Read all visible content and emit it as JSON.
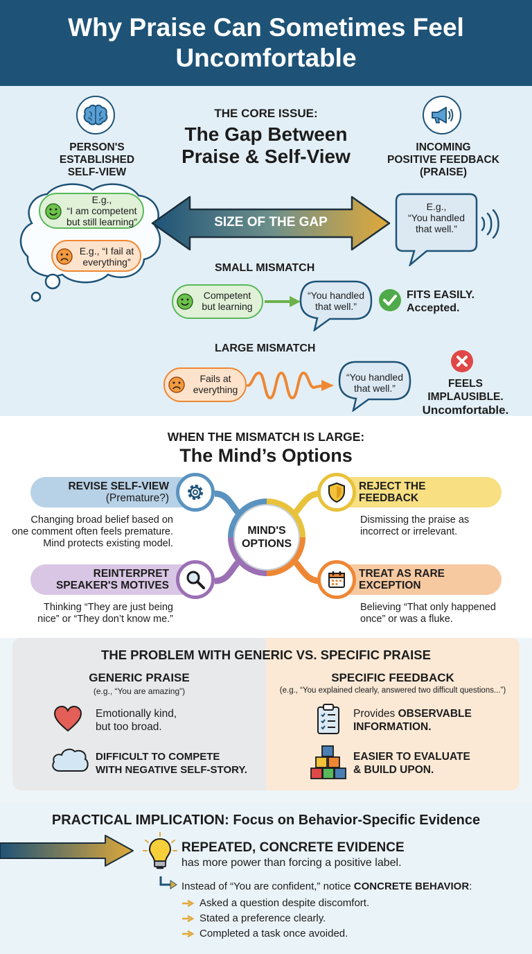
{
  "header": {
    "title": "Why Praise Can Sometimes Feel Uncomfortable"
  },
  "core": {
    "kicker": "THE CORE ISSUE:",
    "title_line1": "The Gap Between",
    "title_line2": "Praise & Self-View",
    "left_heading": [
      "PERSON'S",
      "ESTABLISHED",
      "SELF-VIEW"
    ],
    "right_heading": [
      "INCOMING",
      "POSITIVE FEEDBACK",
      "(PRAISE)"
    ],
    "self_view_pos": [
      "E.g.,",
      "“I am competent",
      "but still learning”"
    ],
    "self_view_neg": [
      "E.g., “I fail at",
      "everything”"
    ],
    "gap_label": "SIZE OF THE GAP",
    "praise_example": [
      "E.g.,",
      "“You handled",
      "that well.”"
    ]
  },
  "small": {
    "label": "SMALL MISMATCH",
    "self": [
      "Competent",
      "but learning"
    ],
    "praise": [
      "“You handled",
      "that well.”"
    ],
    "result": [
      "FITS EASILY.",
      "Accepted."
    ]
  },
  "large": {
    "label": "LARGE MISMATCH",
    "self": [
      "Fails at",
      "everything"
    ],
    "praise": [
      "“You handled",
      "that well.”"
    ],
    "result": [
      "FEELS IMPLAUSIBLE.",
      "Uncomfortable."
    ]
  },
  "options": {
    "kicker": "WHEN THE MISMATCH IS LARGE:",
    "title": "The Mind’s Options",
    "hub": [
      "MIND'S",
      "OPTIONS"
    ],
    "revise": {
      "title": "REVISE SELF-VIEW",
      "sub": "(Premature?)",
      "desc": [
        "Changing broad belief based on",
        "one comment often feels premature.",
        "Mind protects existing model."
      ]
    },
    "reject": {
      "title": [
        "REJECT THE",
        "FEEDBACK"
      ],
      "desc": [
        "Dismissing the praise as",
        "incorrect or irrelevant."
      ]
    },
    "reinterpret": {
      "title": [
        "REINTERPRET",
        "SPEAKER'S MOTIVES"
      ],
      "desc": [
        "Thinking “They are just being",
        "nice” or “They don’t know me.”"
      ]
    },
    "exception": {
      "title": [
        "TREAT AS RARE",
        "EXCEPTION"
      ],
      "desc": [
        "Believing “That only happened",
        "once” or was a fluke."
      ]
    }
  },
  "problem": {
    "title": "THE PROBLEM WITH GENERIC VS. SPECIFIC PRAISE",
    "generic": {
      "title": "GENERIC PRAISE",
      "example": "(e.g., “You are amazing”)",
      "item1": [
        "Emotionally kind,",
        "but too broad."
      ],
      "item2": [
        "DIFFICULT TO COMPETE",
        "WITH NEGATIVE SELF-STORY."
      ]
    },
    "specific": {
      "title": "SPECIFIC FEEDBACK",
      "example": "(e.g., “You explained clearly, answered two difficult questions...”)",
      "item1_pre": "Provides ",
      "item1_bold": "OBSERVABLE",
      "item1_line2": "INFORMATION.",
      "item2": [
        "EASIER TO EVALUATE",
        "& BUILD UPON."
      ]
    }
  },
  "practical": {
    "title": "PRACTICAL IMPLICATION: Focus on Behavior-Specific Evidence",
    "headline": "REPEATED, CONCRETE EVIDENCE",
    "subline": "has more power than forcing a positive label.",
    "instead_pre": "Instead of “You are confident,” notice ",
    "instead_bold": "CONCRETE BEHAVIOR",
    "instead_post": ":",
    "bullets": [
      "Asked a question despite discomfort.",
      "Stated a preference clearly.",
      "Completed a task once avoided."
    ]
  },
  "colors": {
    "navy": "#1e5377",
    "green": "#58b85a",
    "orange": "#ee8734",
    "gold": "#e0a93a",
    "purple": "#9b6fb4",
    "red": "#e04848"
  }
}
